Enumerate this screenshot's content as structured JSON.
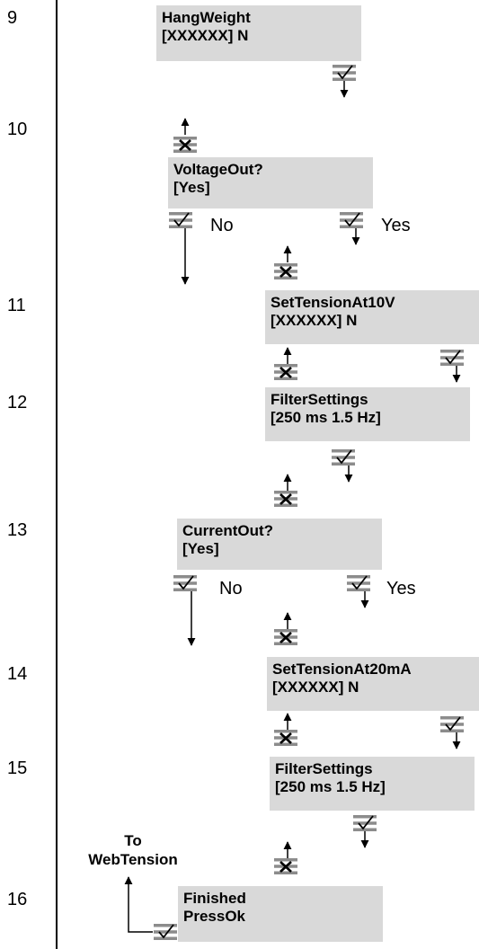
{
  "steps": [
    {
      "number": "9",
      "line1": "HangWeight",
      "line2": "[XXXXXX] N"
    },
    {
      "number": "10",
      "line1": "VoltageOut?",
      "line2": "[Yes]",
      "no_label": "No",
      "yes_label": "Yes"
    },
    {
      "number": "11",
      "line1": "SetTensionAt10V",
      "line2": "[XXXXXX] N"
    },
    {
      "number": "12",
      "line1": "FilterSettings",
      "line2": "[250 ms 1.5 Hz]"
    },
    {
      "number": "13",
      "line1": "CurrentOut?",
      "line2": "[Yes]",
      "no_label": "No",
      "yes_label": "Yes"
    },
    {
      "number": "14",
      "line1": "SetTensionAt20mA",
      "line2": "[XXXXXX] N"
    },
    {
      "number": "15",
      "line1": "FilterSettings",
      "line2": "[250 ms 1.5 Hz]"
    },
    {
      "number": "16",
      "line1": "Finished",
      "line2": "PressOk"
    }
  ],
  "exit_label": {
    "line1": "To",
    "line2": "WebTension"
  }
}
